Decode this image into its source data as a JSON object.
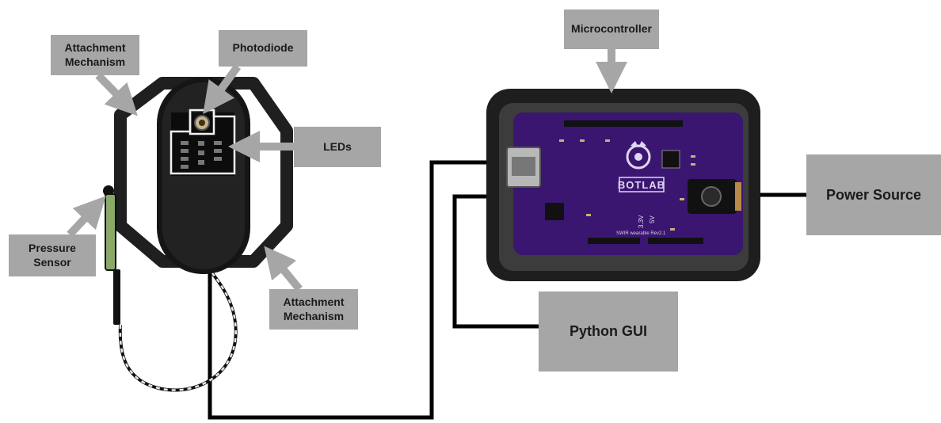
{
  "labels": {
    "attachment_top": "Attachment Mechanism",
    "photodiode": "Photodiode",
    "leds": "LEDs",
    "pressure_sensor": "Pressure Sensor",
    "attachment_bottom": "Attachment Mechanism",
    "microcontroller": "Microcontroller",
    "power_source": "Power Source",
    "python_gui": "Python GUI"
  },
  "board": {
    "logo_text": "BOTLAB",
    "silk_name": "SWIR wearable Rev2.1",
    "v33": "3.3V",
    "v5": "5V"
  },
  "colors": {
    "label_bg": "#a6a6a6",
    "arrow": "#a6a6a6",
    "pcb": "#3a1670",
    "enclosure": "#1e1e1e",
    "wire": "#000000"
  }
}
